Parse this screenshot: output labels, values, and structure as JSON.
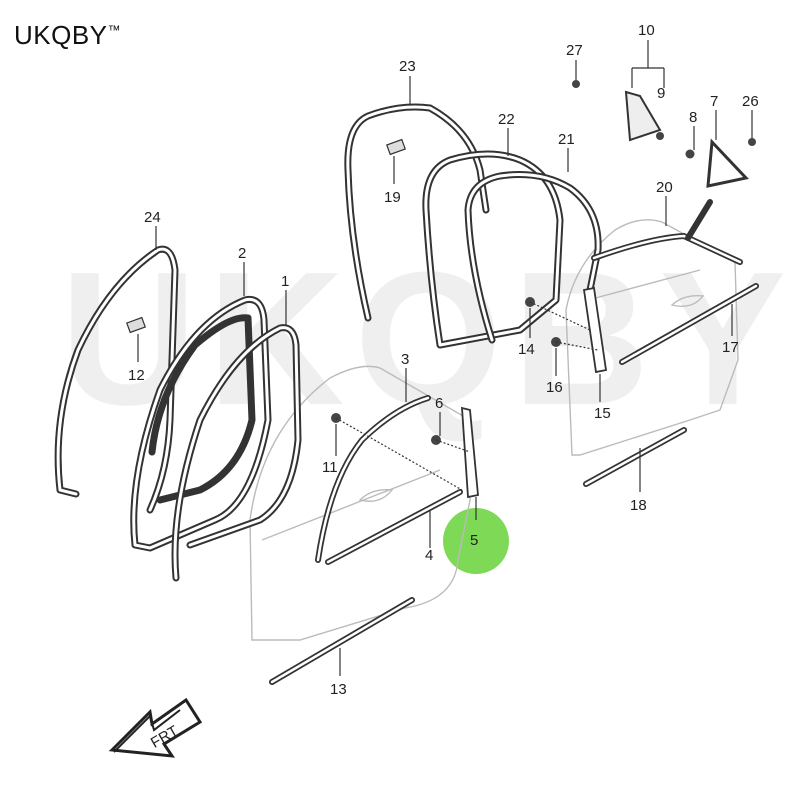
{
  "brand": {
    "name": "UKQBY",
    "mark": "™"
  },
  "watermark": "UKQBY",
  "arrow_label": "FRT",
  "highlight": {
    "color": "#7ed957",
    "part": "5"
  },
  "callouts": {
    "p1": "1",
    "p2": "2",
    "p3": "3",
    "p4": "4",
    "p5": "5",
    "p6": "6",
    "p7": "7",
    "p8": "8",
    "p9": "9",
    "p10": "10",
    "p11": "11",
    "p12": "12",
    "p13": "13",
    "p14": "14",
    "p15": "15",
    "p16": "16",
    "p17": "17",
    "p18": "18",
    "p19": "19",
    "p20": "20",
    "p21": "21",
    "p22": "22",
    "p23": "23",
    "p24": "24",
    "p26": "26",
    "p27": "27"
  }
}
